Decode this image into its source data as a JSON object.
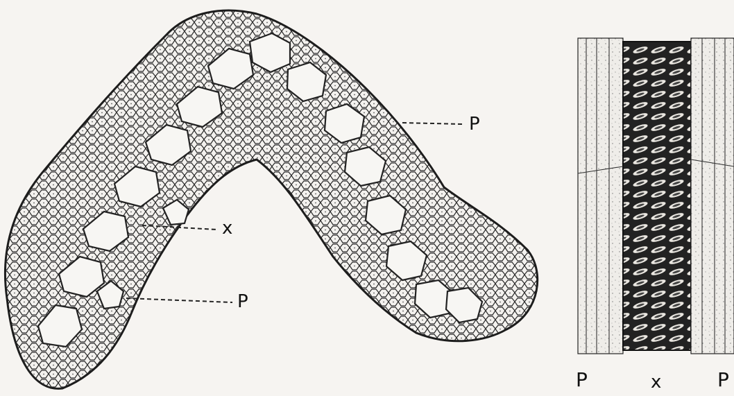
{
  "labels": {
    "cross_section": {
      "phloem_upper": "P",
      "xylem": "x",
      "phloem_lower": "P"
    },
    "longitudinal_section": {
      "phloem_left": "P",
      "xylem": "x",
      "phloem_right": "P"
    }
  }
}
